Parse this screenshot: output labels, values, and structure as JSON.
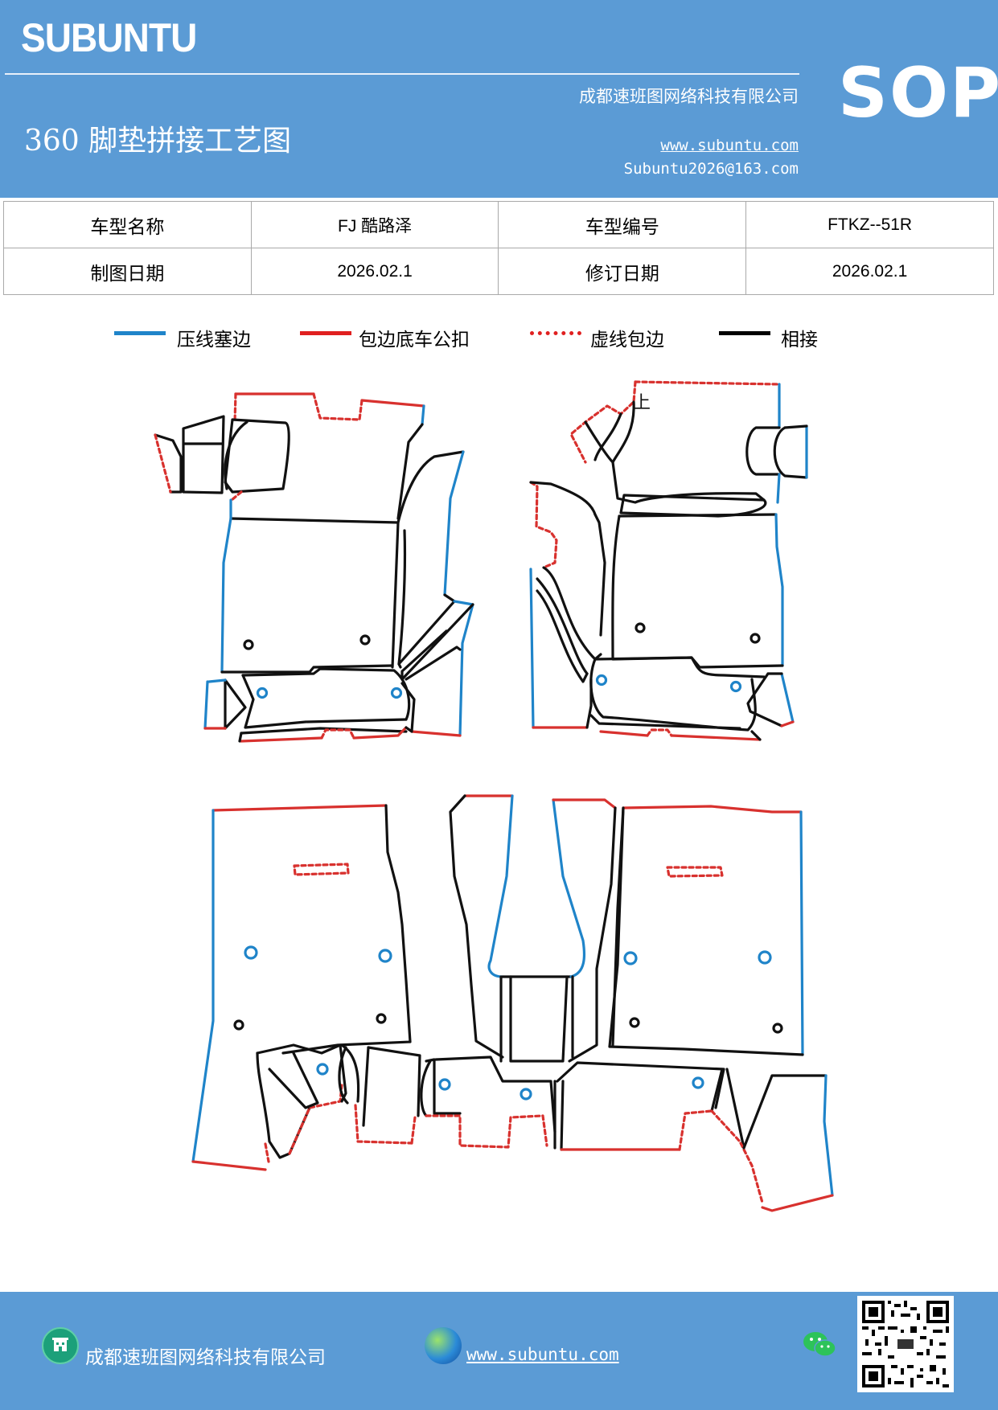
{
  "header": {
    "brand": "SUBUNTU",
    "company": "成都速班图网络科技有限公司",
    "title": "360 脚垫拼接工艺图",
    "website": "www.subuntu.com",
    "email": "Subuntu2026@163.com",
    "badge": "SOP"
  },
  "info": {
    "model_name_label": "车型名称",
    "model_name_value": "FJ 酷路泽",
    "model_code_label": "车型编号",
    "model_code_value": "FTKZ--51R",
    "drawing_date_label": "制图日期",
    "drawing_date_value": "2026.02.1",
    "revision_date_label": "修订日期",
    "revision_date_value": "2026.02.1"
  },
  "legend": [
    {
      "label": "压线塞边",
      "color": "#1f84c9",
      "style": "solid"
    },
    {
      "label": "包边底车公扣",
      "color": "#e02020",
      "style": "solid"
    },
    {
      "label": "虚线包边",
      "color": "#e02020",
      "style": "dotted"
    },
    {
      "label": "相接",
      "color": "#000000",
      "style": "solid"
    }
  ],
  "drawing": {
    "marker": "上"
  },
  "footer": {
    "company": "成都速班图网络科技有限公司",
    "website": "www.subuntu.com",
    "icons": [
      "building-icon",
      "globe-icon",
      "wechat-icon",
      "qr-code"
    ]
  }
}
